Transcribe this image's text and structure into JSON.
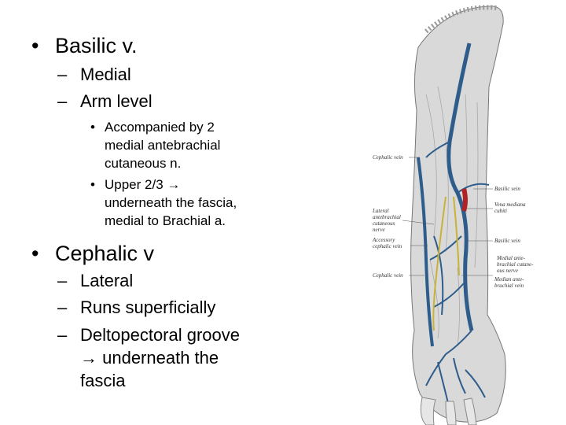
{
  "basilic": {
    "title": "Basilic v.",
    "sub": [
      "Medial",
      "Arm level"
    ],
    "detail1": [
      "Accompanied by 2",
      "medial antebrachial",
      "cutaneous n."
    ],
    "detail2": [
      "Upper 2/3 →",
      "underneath the fascia,",
      "medial to Brachial a."
    ]
  },
  "cephalic": {
    "title": "Cephalic v",
    "sub": [
      "Lateral",
      "Runs superficially",
      "Deltopectoral groove"
    ],
    "sub_cont": [
      "→ underneath the",
      "fascia"
    ]
  },
  "figure": {
    "labels": {
      "cephalic_vein": "Cephalic vein",
      "lateral_nerve": [
        "Lateral",
        "antebrachial",
        "cutaneous",
        "nerve"
      ],
      "accessory_cephalic": [
        "Accessory",
        "cephalic vein"
      ],
      "cephalic_vein_lower": "Cephalic vein",
      "basilic_vein": "Basilic vein",
      "vena_mediana": [
        "Vena mediana",
        "cubiti"
      ],
      "basilic_vein_lower": "Basilic vein",
      "medial_nerve": [
        "Medial ante-",
        "brachial cutane-",
        "ous nerve"
      ],
      "median_vein": [
        "Median ante-",
        "brachial vein"
      ]
    },
    "colors": {
      "vein": "#2e5d8c",
      "nerve": "#c9b23a",
      "artery": "#b22222",
      "skin": "#cfcfcf"
    }
  }
}
